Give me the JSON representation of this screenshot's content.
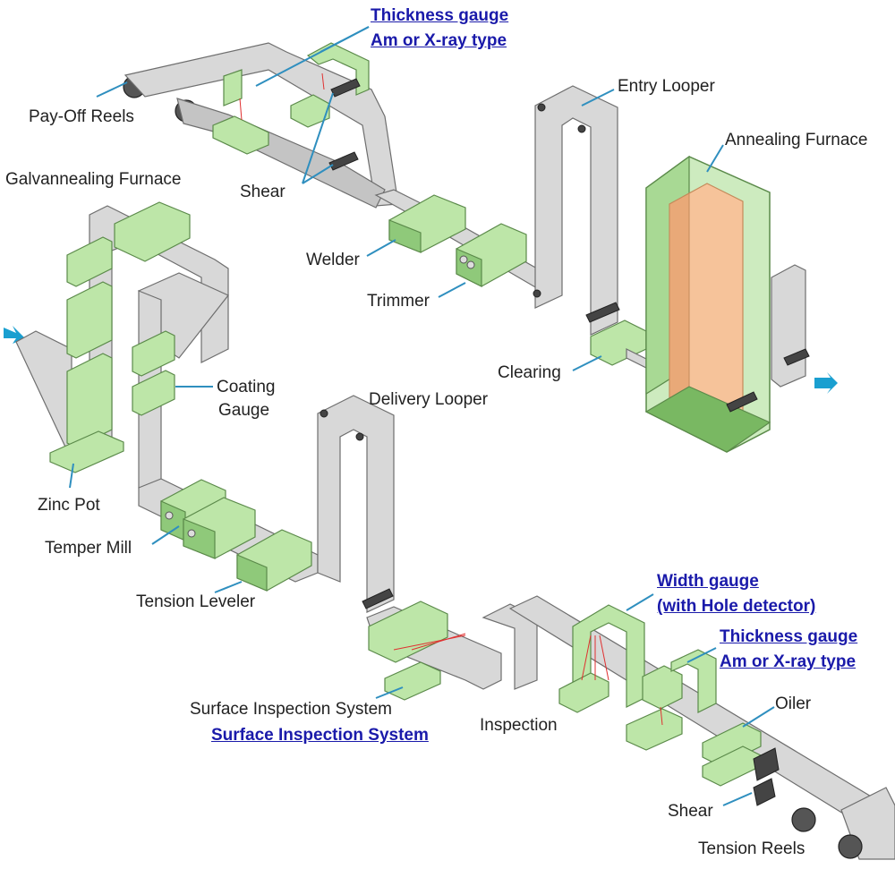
{
  "colors": {
    "strip": "#d8d8d8",
    "equipment": "#bde6a8",
    "furnace_inner": "#f6c39a",
    "leader_line": "#2f8fbf",
    "link_text": "#1a1aaa",
    "flow_arrow": "#1a9fd0"
  },
  "labels": {
    "pay_off_reels": "Pay-Off Reels",
    "shear_top": "Shear",
    "entry_looper": "Entry Looper",
    "annealing_furnace": "Annealing Furnace",
    "galvannealing_furnace": "Galvannealing Furnace",
    "welder": "Welder",
    "trimmer": "Trimmer",
    "clearing": "Clearing",
    "coating_gauge_line1": "Coating",
    "coating_gauge_line2": "Gauge",
    "delivery_looper": "Delivery Looper",
    "zinc_pot": "Zinc Pot",
    "temper_mill": "Temper Mill",
    "tension_leveler": "Tension Leveler",
    "surface_inspection_plain": "Surface Inspection System",
    "inspection": "Inspection",
    "oiler": "Oiler",
    "shear_bottom": "Shear",
    "tension_reels": "Tension Reels"
  },
  "links": {
    "thickness_top_line1": "Thickness gauge",
    "thickness_top_line2": "Am or X-ray type",
    "width_gauge_line1": "Width gauge",
    "width_gauge_line2": "(with Hole detector)",
    "thickness_bottom_line1": "Thickness gauge",
    "thickness_bottom_line2": "Am or X-ray type",
    "surface_inspection_link": "Surface Inspection System"
  }
}
